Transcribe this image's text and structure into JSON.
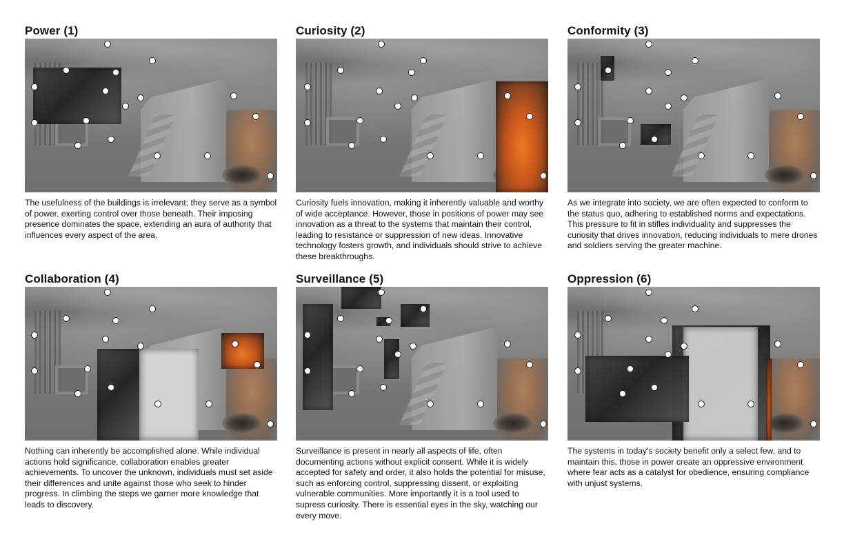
{
  "panels": [
    {
      "title": "Power (1)",
      "description": "The usefulness of the buildings is irrelevant; they serve as a symbol of power, exerting control over those beneath. Their imposing presence dominates the space, extending an aura of authority that influences every aspect of the area."
    },
    {
      "title": "Curiosity (2)",
      "description": "Curiosity fuels innovation, making it inherently valuable and worthy of wide acceptance. However, those in positions of power may see innovation as a threat to the systems that maintain their control, leading to resistance or suppression of new ideas. Innovative technology fosters growth, and individuals should strive to achieve these breakthroughs."
    },
    {
      "title": "Conformity (3)",
      "description": "As we integrate into society, we are often expected to conform to the status quo, adhering to established norms and expectations. This pressure to fit in stifles individuality and suppresses the curiosity that drives innovation, reducing individuals to mere drones and soldiers serving the greater machine."
    },
    {
      "title": "Collaboration (4)",
      "description": "Nothing can inherently be accomplished alone. While individual actions hold significance, collaboration enables greater achievements. To uncover the unknown, individuals must set aside their differences and unite against those who seek to hinder progress. In climbing the steps we garner more knowledge that leads to discovery."
    },
    {
      "title": "Surveillance (5)",
      "description": "Surveillance is present in nearly all aspects of life, often documenting actions without explicit consent. While it is widely accepted for safety and order, it also holds the potential for misuse, such as enforcing control, suppressing dissent, or exploiting vulnerable communities. More importantly it is a tool used to supress curiosity. There is essential eyes in the sky, watching our every move."
    },
    {
      "title": "Oppression (6)",
      "description": "The systems in today's society benefit only a select few, and to maintain this, those in power create an oppressive environment where fear acts as a catalyst for obedience, ensuring compliance with unjust systems."
    }
  ]
}
